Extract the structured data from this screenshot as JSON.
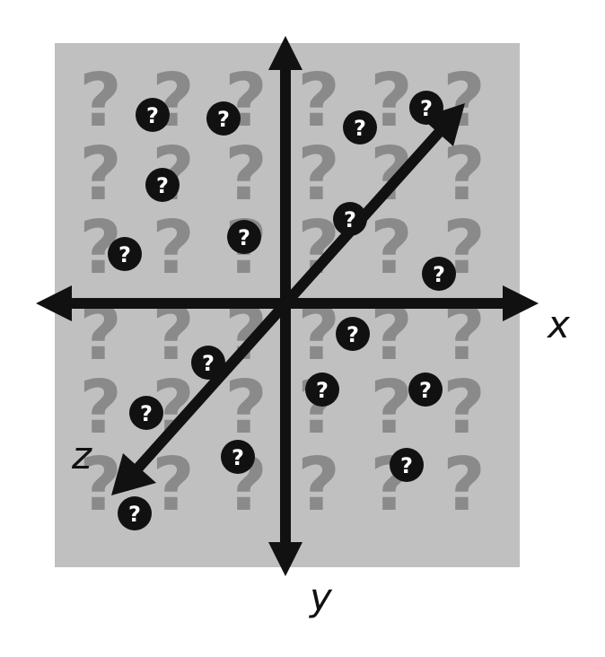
{
  "axes": {
    "x_label": "x",
    "y_label": "y",
    "z_label": "z"
  },
  "glyphs": {
    "background_mark": "?",
    "badge_mark": "?"
  },
  "colors": {
    "panel": "#c0c0c0",
    "background_mark": "#8a8a8a",
    "axis": "#111111",
    "badge_fill": "#111111",
    "badge_text": "#ffffff"
  }
}
